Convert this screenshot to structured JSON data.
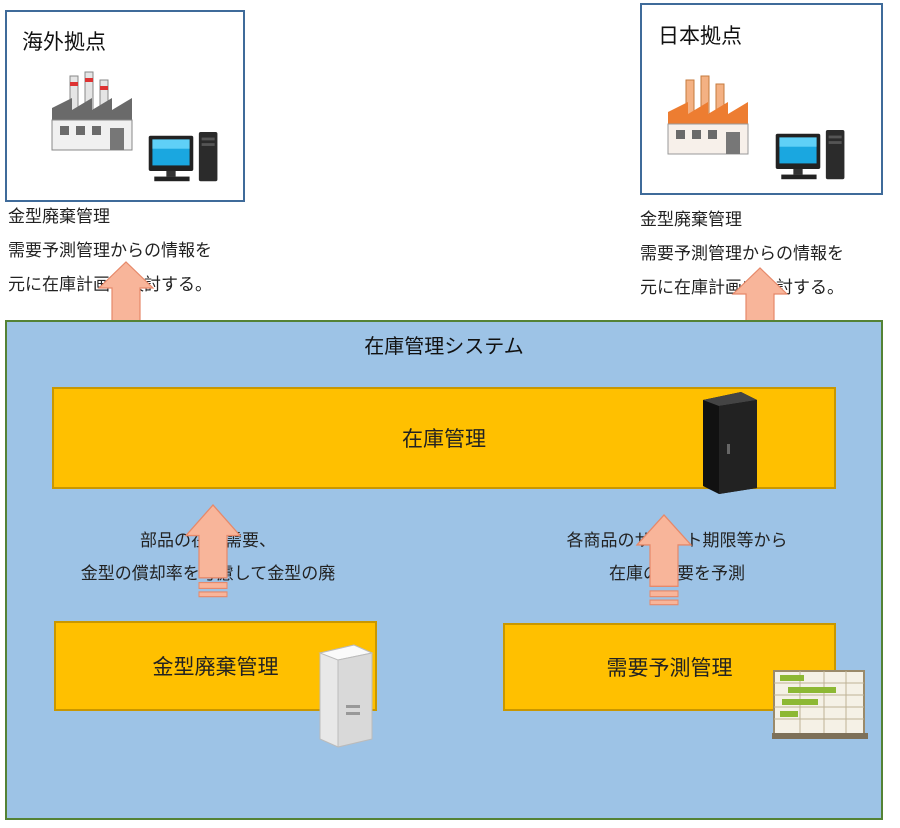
{
  "overseas": {
    "title": "海外拠点",
    "desc_line1": "金型廃棄管理",
    "desc_line2": "需要予測管理からの情報を",
    "desc_line3": "元に在庫計画を検討する。"
  },
  "japan": {
    "title": "日本拠点",
    "desc_line1": "金型廃棄管理",
    "desc_line2": "需要予測管理からの情報を",
    "desc_line3": "元に在庫計画を検討する。"
  },
  "system": {
    "title": "在庫管理システム",
    "inventory": "在庫管理",
    "mold": "金型廃棄管理",
    "forecast": "需要予測管理",
    "mold_note_line1": "部品の在庫需要、",
    "mold_note_line2": "金型の償却率を考慮して金型の廃",
    "forecast_note_line1": "各商品のサポート期限等から",
    "forecast_note_line2": "在庫の需要を予測"
  },
  "colors": {
    "system_bg": "#9dc3e6",
    "module_fill": "#ffc000",
    "arrow_fill": "#f8b59a",
    "frame_border": "#3f6b9a"
  },
  "icons": [
    "factory-gray-icon",
    "factory-orange-icon",
    "desktop-pc-icon",
    "server-black-icon",
    "server-white-icon",
    "gantt-chart-icon",
    "up-arrow-icon"
  ]
}
